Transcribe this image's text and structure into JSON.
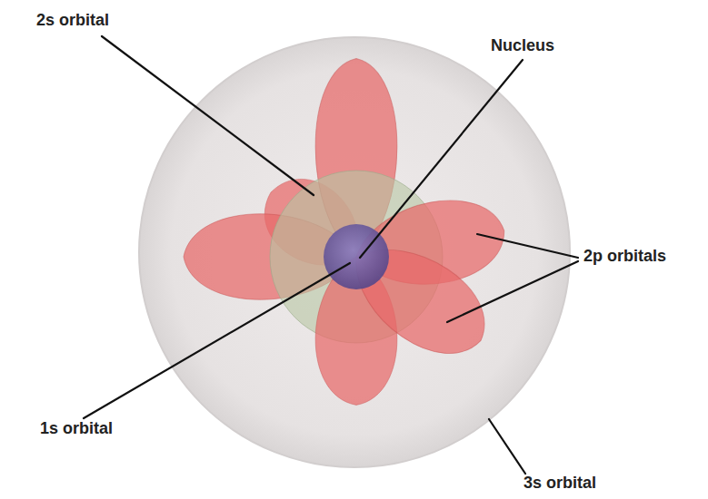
{
  "diagram": {
    "labels": [
      "2s orbital",
      "Nucleus",
      "2p orbitals",
      "1s orbital",
      "3s orbital"
    ]
  }
}
